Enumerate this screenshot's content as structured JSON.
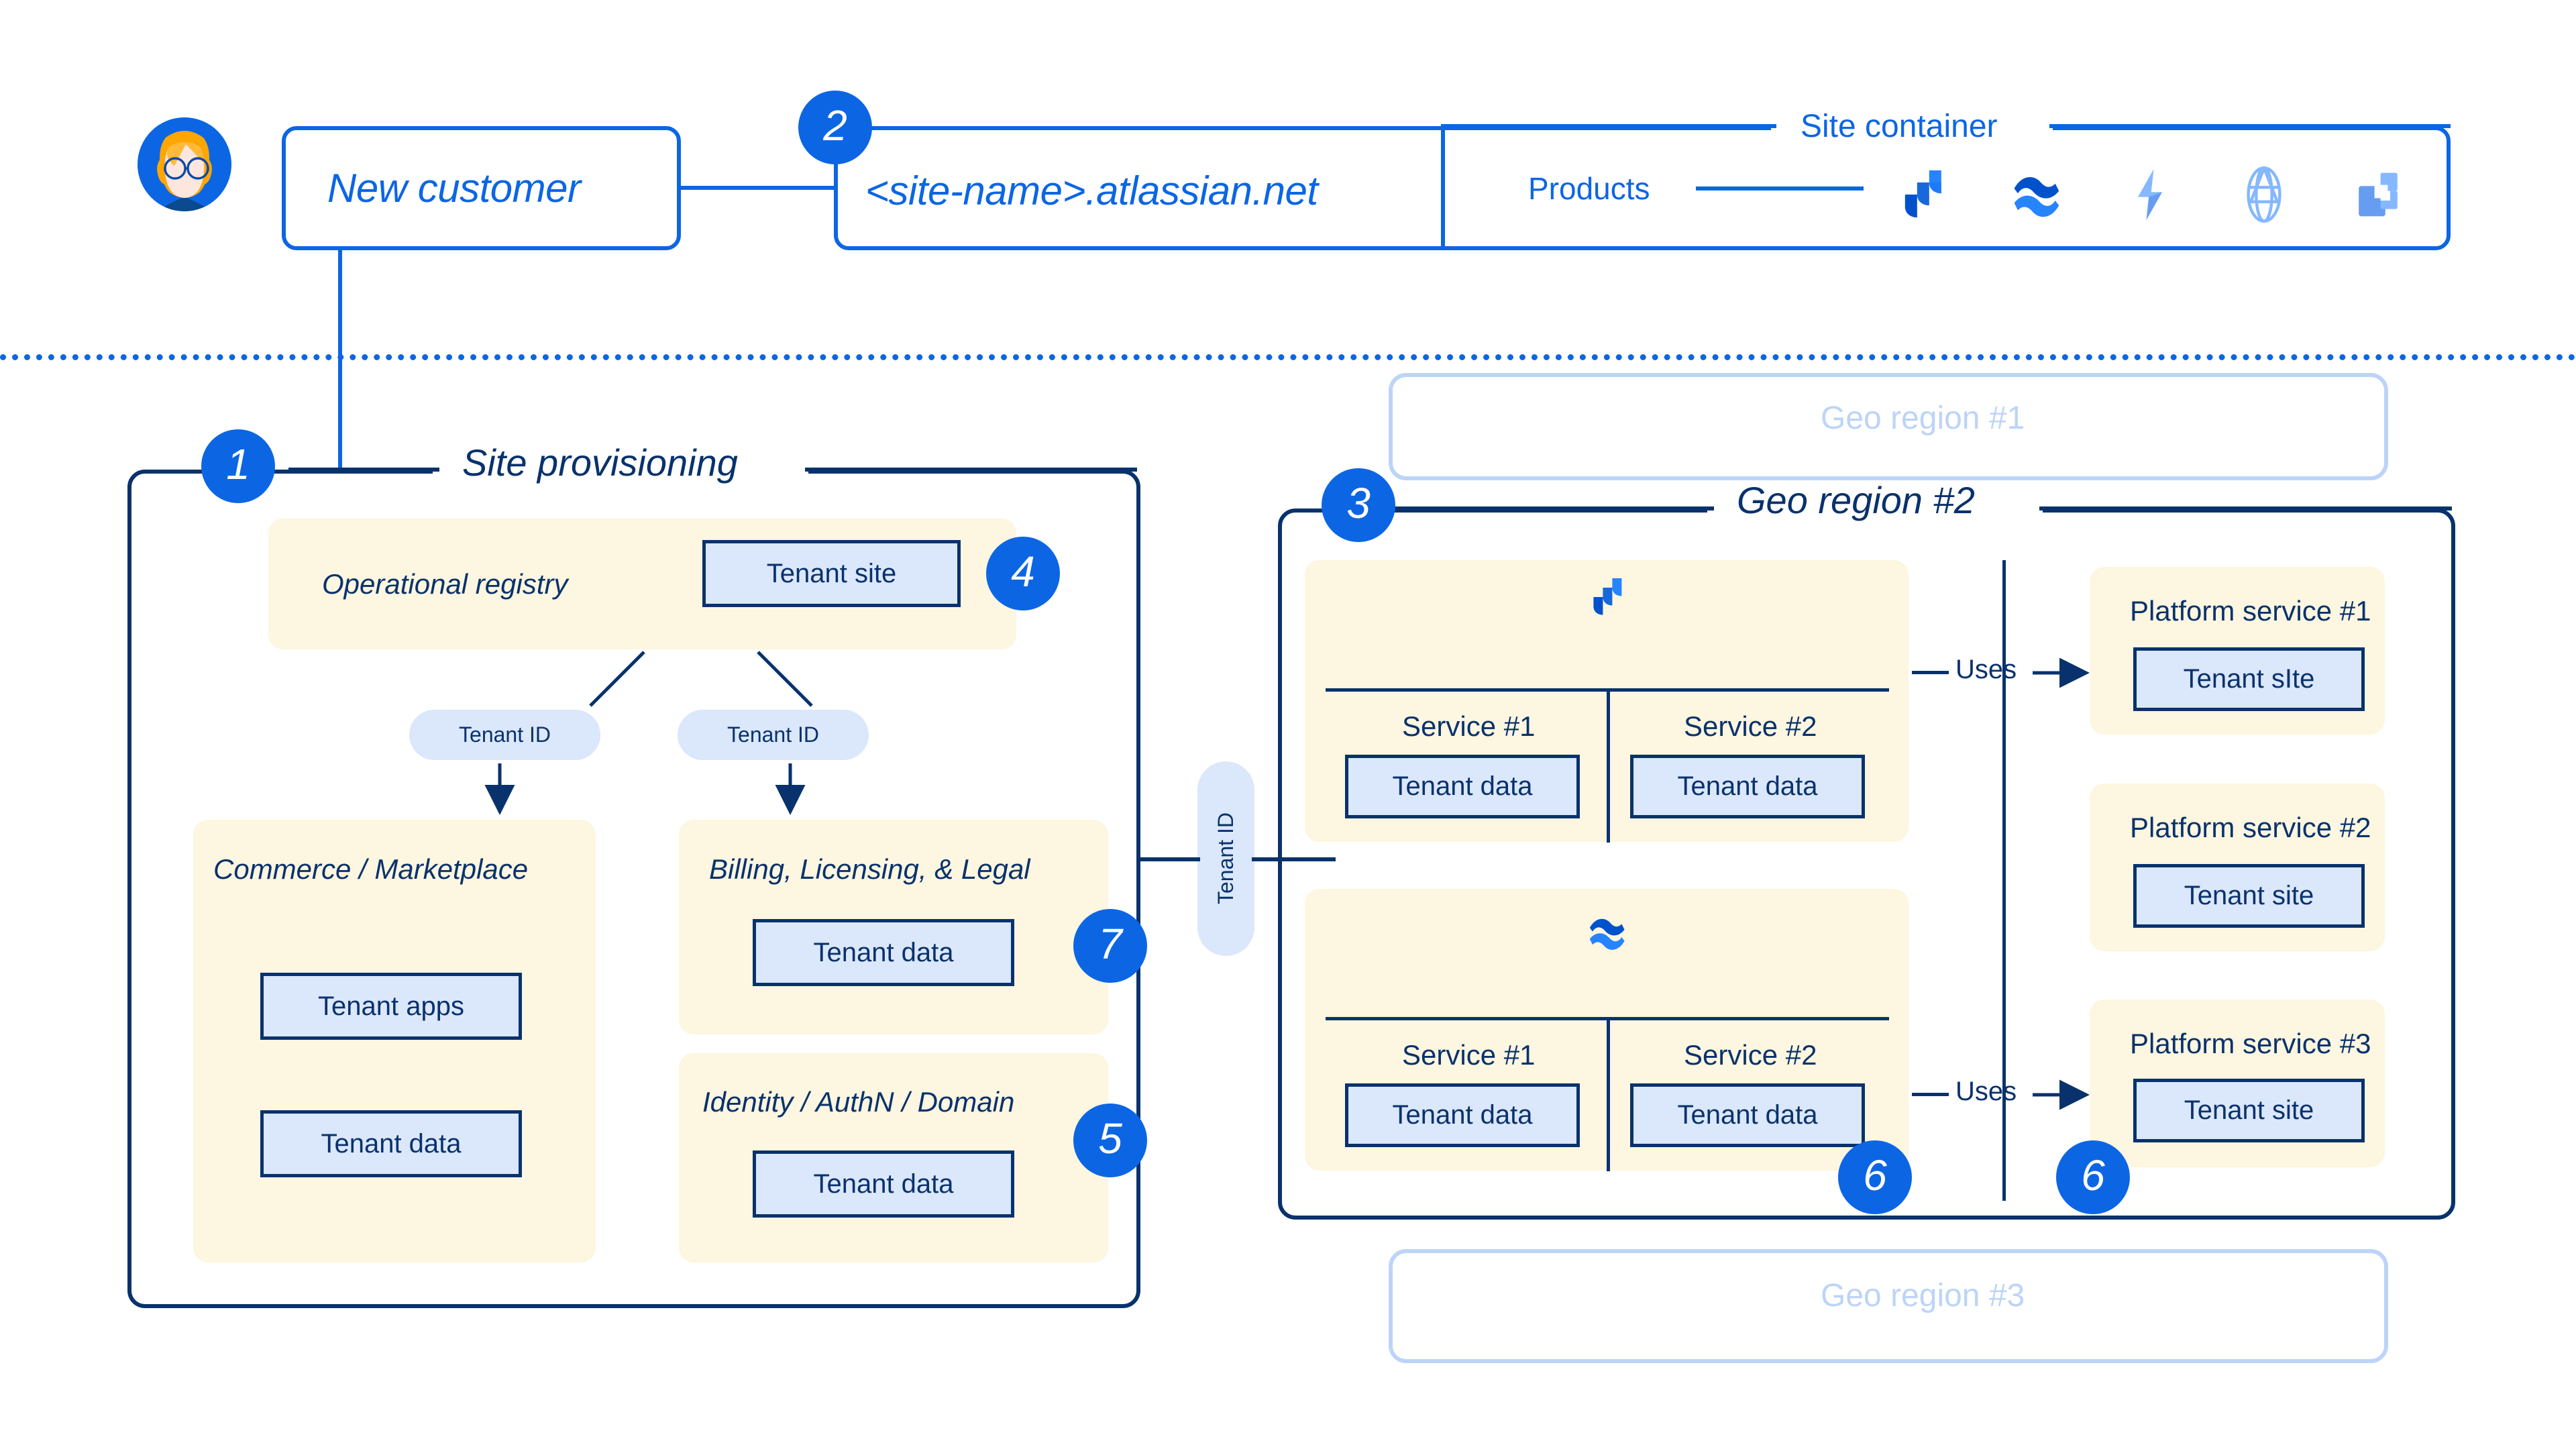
{
  "customer": {
    "avatar_name": "female-user-avatar",
    "label": "New customer"
  },
  "site": {
    "url": "<site-name>.atlassian.net",
    "container_title": "Site container",
    "products_label": "Products",
    "product_icons": [
      {
        "name": "jira-icon",
        "label": "Jira"
      },
      {
        "name": "confluence-icon",
        "label": "Confluence"
      },
      {
        "name": "jira-service-management-icon",
        "label": "Jira Service Management"
      },
      {
        "name": "atlas-icon",
        "label": "Atlas"
      },
      {
        "name": "bitbucket-icon",
        "label": "Bitbucket"
      }
    ]
  },
  "badges": {
    "one": "1",
    "two": "2",
    "three": "3",
    "four": "4",
    "five": "5",
    "six_a": "6",
    "six_b": "6",
    "seven": "7"
  },
  "provisioning": {
    "title": "Site provisioning",
    "registry": {
      "title": "Operational registry",
      "tenant_site": "Tenant site"
    },
    "tenant_id_left": "Tenant ID",
    "tenant_id_right": "Tenant ID",
    "commerce": {
      "title": "Commerce / Marketplace",
      "tenant_apps": "Tenant apps",
      "tenant_data": "Tenant data"
    },
    "billing": {
      "title": "Billing, Licensing, & Legal",
      "tenant_data": "Tenant data"
    },
    "identity": {
      "title": "Identity / AuthN / Domain",
      "tenant_data": "Tenant data"
    }
  },
  "bridge": {
    "tenant_id": "Tenant ID"
  },
  "geo": {
    "region1_title": "Geo region #1",
    "region2_title": "Geo region #2",
    "region3_title": "Geo region #3",
    "product_blocks": [
      {
        "icon": "jira-icon",
        "services": [
          {
            "title": "Service #1",
            "tenant_data": "Tenant data"
          },
          {
            "title": "Service #2",
            "tenant_data": "Tenant data"
          }
        ]
      },
      {
        "icon": "confluence-icon",
        "services": [
          {
            "title": "Service #1",
            "tenant_data": "Tenant data"
          },
          {
            "title": "Service #2",
            "tenant_data": "Tenant data"
          }
        ]
      }
    ],
    "uses_top": "Uses",
    "uses_bottom": "Uses",
    "platform_services": [
      {
        "title": "Platform service #1",
        "tenant_box": "Tenant sIte"
      },
      {
        "title": "Platform service #2",
        "tenant_box": "Tenant site"
      },
      {
        "title": "Platform service #3",
        "tenant_box": "Tenant site"
      }
    ]
  },
  "colors": {
    "accent_blue": "#0c66e4",
    "deep_navy": "#09326c",
    "cream": "#fdf6e0",
    "pale_blue": "#dbe7fb",
    "ghost_blue": "#bcd4f7"
  }
}
